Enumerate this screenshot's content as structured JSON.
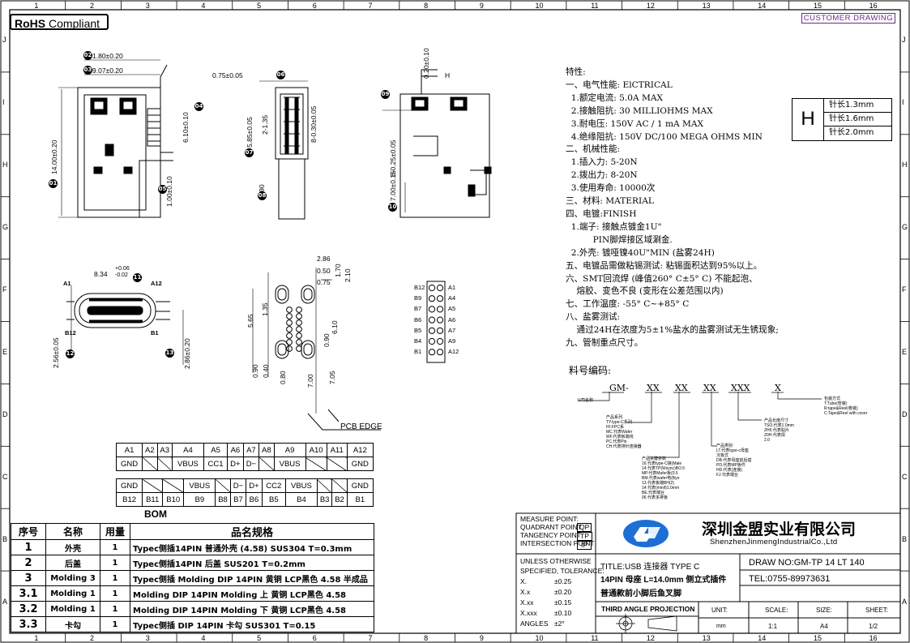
{
  "header": {
    "rohs_bold": "RoHS",
    "rohs_text": "Compliant",
    "customer_drawing": "CUSTOMER DRAWING"
  },
  "ruler": {
    "columns": [
      "1",
      "2",
      "3",
      "4",
      "5",
      "6",
      "7",
      "8",
      "9",
      "10",
      "11",
      "12",
      "13",
      "14",
      "15",
      "16"
    ],
    "rows": [
      "J",
      "I",
      "H",
      "G",
      "F",
      "E",
      "D",
      "C",
      "B",
      "A"
    ]
  },
  "dimensions": {
    "d1": "1.80±0.20",
    "d2": "9.07±0.20",
    "d3": "14.00±0.20",
    "d4": "6.10±0.10",
    "d5": "1.00±0.10",
    "d6": "0.75±0.05",
    "d7": "5.85±0.05",
    "d8": "2-1.35",
    "d9": "8-0.30±0.05",
    "d10": "0.90",
    "d11": "8.34",
    "d11_tol": "+0.06\n-0.02",
    "d12": "2.56±0.05",
    "d13": "2.86±0.20",
    "d14": "6-0.25±0.05",
    "d15": "7.00±0.15",
    "d16": "0.20±0.10",
    "d17": "H",
    "pcb_2_86": "2.86",
    "pcb_0_50": "0.50",
    "pcb_0_75": "0.75",
    "pcb_1_70": "1.70",
    "pcb_2_10": "2.10",
    "pcb_1_35": "1.35",
    "pcb_5_65": "5.65",
    "pcb_6_10": "6.10",
    "pcb_0_90": "0.90",
    "pcb_0_90b": "0.90",
    "pcb_0_40": "0.40",
    "pcb_0_80": "0.80",
    "pcb_7_00": "7.00",
    "pcb_7_05": "7.05",
    "pcb_edge": "PCB EDGE",
    "a1": "A1",
    "a12": "A12",
    "b12": "B12",
    "b1": "B1"
  },
  "bubbles": [
    "01",
    "02",
    "03",
    "04",
    "05",
    "06",
    "07",
    "08",
    "09",
    "10",
    "11",
    "12",
    "13"
  ],
  "pin_layout": {
    "left": [
      "B12",
      "B9",
      "B7",
      "B6",
      "B5",
      "B4",
      "B1"
    ],
    "right": [
      "A1",
      "A4",
      "A5",
      "A6",
      "A7",
      "A9",
      "A12"
    ]
  },
  "spec": {
    "lines": [
      "特性:",
      "一、电气性能: ElCTRICAL",
      "  1.额定电流: 5.0A MAX",
      "  2.接触阻抗: 30 MILLIOHMS MAX",
      "  3.耐电压: 150V AC / 1 mA MAX",
      "  4.绝缘阻抗: 150V DC/100 MEGA OHMS MIN",
      "二、机械性能:",
      "  1.插入力: 5-20N",
      "  2.拨出力: 8-20N",
      "  3.使用寿命: 10000次",
      "三、材料: MATERIAL",
      "四、电镀:FINISH",
      "  1.端子: 接触点镀金1U\"",
      "          PIN脚焊接区域涮金.",
      "  2.外壳: 镀哑镍40U\"MIN (盐雾24H)",
      "五、电镀品需做粘锡测试: 粘锡面积达到95%以上。",
      "六、SMT回流焊 (峰值260° C±5° C) 不能起泡、",
      "    熔胶、变色不良 (变形在公差范围以内)",
      "七、工作温度: -55° C~+85° C",
      "八、盐雾测试:",
      "    通过24H在浓度为5±1%盐水的盐雾测试无生锈现象;",
      "九、管制重点尺寸。"
    ]
  },
  "pin_length": {
    "symbol": "H",
    "rows": [
      "针长1.3mm",
      "针长1.6mm",
      "针长2.0mm"
    ]
  },
  "part_code": {
    "label": "料号编码:",
    "segments": [
      "GM-",
      "XX",
      "XX",
      "XX",
      "XXX",
      "X"
    ],
    "notes": [
      "公司名称",
      "产品系列\nTY.type-C系列\nFF.FPC系\nMC.代表Wafer\nWF.代表板端线\nPC.代表Pin\nCH.代表排针连接器",
      "产品关键参数\n16.代表type-C接(Male\n14.代表TP(Wsync)BO.5\nMP.代表Mafer板(0.5\nBM.代表wafer电(Byo\n13.代表板端BH(2)\n14.代表(minif)1.0mm\nBE.代表端台\n06.代表多排板",
      "产品类别\nLT.代表type-c母座\n沉板式\nDB.代表母座前后插\nPD.代表MP板件\nHD.代表(连接)\nFJ.代表端台",
      "产品长度尺寸\nTSO.代表1.0mm\nZH5.代表贴片\nZ0H.代表焊\n2.0",
      "包装方式\nT:Tube(管装)\nR:tape&Reel(卷装)\nC:Tape&Reel with cover"
    ]
  },
  "pin_table": {
    "top_row_a": [
      "A1",
      "A2",
      "A3",
      "A4",
      "A5",
      "A6",
      "A7",
      "A8",
      "A9",
      "A10",
      "A11",
      "A12"
    ],
    "top_row_b": [
      "GND",
      "",
      "",
      "VBUS",
      "CC1",
      "D+",
      "D−",
      "",
      "VBUS",
      "",
      "",
      "GND"
    ],
    "bot_row_a": [
      "GND",
      "",
      "",
      "VBUS",
      "",
      "D−",
      "D+",
      "CC2",
      "VBUS",
      "",
      "",
      "GND"
    ],
    "bot_row_b": [
      "B12",
      "B11",
      "B10",
      "B9",
      "B8",
      "B7",
      "B6",
      "B5",
      "B4",
      "B3",
      "B2",
      "B1"
    ]
  },
  "bom": {
    "title": "BOM",
    "headers": [
      "序号",
      "名称",
      "用量",
      "品名规格"
    ],
    "rows": [
      [
        "1",
        "外壳",
        "1",
        "Typec侧插14PIN 普通外壳 (4.58) SUS304 T=0.3mm"
      ],
      [
        "2",
        "后盖",
        "1",
        "Typec侧插14PIN 后盖 SUS201 T=0.2mm"
      ],
      [
        "3",
        "Molding 3",
        "1",
        "Typec侧插 Molding DIP 14PIN 黄铜 LCP黑色 4.58 半成品"
      ],
      [
        "3.1",
        "Molding 1",
        "1",
        "Molding DIP 14PIN Molding 上 黄铜 LCP黑色 4.58"
      ],
      [
        "3.2",
        "Molding 1",
        "1",
        "Molding DIP 14PIN Molding 下 黄铜 LCP黑色 4.58"
      ],
      [
        "3.3",
        "卡勾",
        "1",
        "Typec侧插 DIP 14PIN 卡勾 SUS301 T=0.15"
      ]
    ]
  },
  "title_block": {
    "measure_point": "MEASURE POINT:",
    "quadrant_point": "QUADRANT POINT",
    "tangency_point": "TANGENCY POINT",
    "intersection_point": "INTERSECTION POINT",
    "qp": "QP",
    "tp": "TP",
    "ip": "IP",
    "company_cn": "深圳金盟实业有限公司",
    "company_en": "ShenzhenJinmengIndustrialCo.,Ltd",
    "unless": "UNLESS OTHERWISE",
    "specified": "SPECIFIED, TOLERANCE:",
    "tol_labels": [
      "X.",
      "X.x",
      "X.xx",
      "X.xxx",
      "ANGLES"
    ],
    "tol_values": [
      "±0.25",
      "±0.20",
      "±0.15",
      "±0.10",
      "±2°"
    ],
    "title_line1": "TITLE:USB 连接器 TYPE C",
    "title_line2": "14PIN 母座 L=14.0mm 侧立式插件",
    "title_line3": "普通款前小脚后鱼叉脚",
    "draw_no": "DRAW NO:GM-TP 14 LT 140",
    "tel": "TEL:0755-89973631",
    "third_angle": "THIRD ANGLE PROJECTION",
    "unit_label": "UNIT:",
    "unit_value": "mm",
    "scale_label": "SCALE:",
    "scale_value": "1:1",
    "size_label": "SIZE:",
    "size_value": "A4",
    "sheet_label": "SHEET:",
    "sheet_value": "1/2"
  },
  "colors": {
    "logo_blue": "#1d6fd6",
    "purple": "#6a2b8a"
  }
}
